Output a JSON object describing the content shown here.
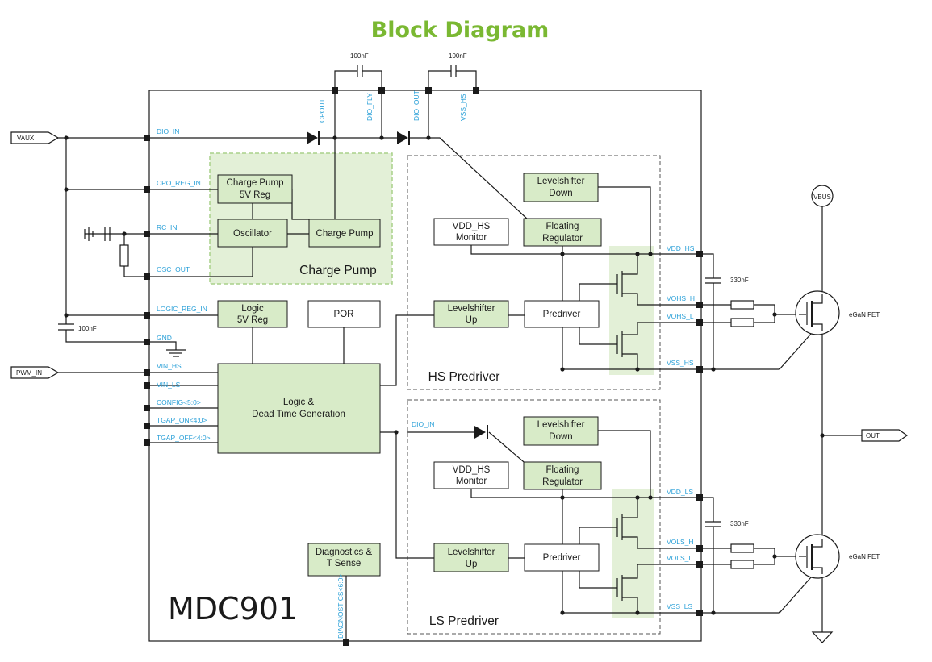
{
  "title": "Block Diagram",
  "chip_name": "MDC901",
  "colors": {
    "title": "#7ab832",
    "pin_label": "#2aa0d8",
    "block_fill": "#d8ebc8",
    "group_fill": "#e3f0d7",
    "group_border": "#a9d18a"
  },
  "external": {
    "vaux": "VAUX",
    "pwm_in": "PWM_IN",
    "vbus": "VBUS",
    "out": "OUT",
    "fet_hs": "eGaN FET",
    "fet_ls": "eGaN FET"
  },
  "caps": {
    "cp1": "100nF",
    "cp2": "100nF",
    "vaux": "100nF",
    "hs": "330nF",
    "ls": "330nF"
  },
  "pins": {
    "dio_in": "DIO_IN",
    "cpo_reg_in": "CPO_REG_IN",
    "rc_in": "RC_IN",
    "osc_out": "OSC_OUT",
    "logic_reg_in": "LOGIC_REG_IN",
    "gnd": "GND",
    "vin_hs": "VIN_HS",
    "vin_ls": "VIN_LS",
    "config": "CONFIG<5:0>",
    "tgap_on": "TGAP_ON<4:0>",
    "tgap_off": "TGAP_OFF<4:0>",
    "cpout": "CPOUT",
    "dio_fly": "DIO_FLY",
    "dio_out": "DIO_OUT",
    "vss_hs_top": "VSS_HS",
    "vdd_hs": "VDD_HS",
    "vohs_h": "VOHS_H",
    "vohs_l": "VOHS_L",
    "vss_hs": "VSS_HS",
    "vdd_ls": "VDD_LS",
    "vols_h": "VOLS_H",
    "vols_l": "VOLS_L",
    "vss_ls": "VSS_LS",
    "diagnostics": "DIAGNOSTICS<6:0>",
    "dio_in_ls": "DIO_IN"
  },
  "blocks": {
    "cp_reg": [
      "Charge Pump",
      "5V Reg"
    ],
    "oscillator": "Oscillator",
    "charge_pump": "Charge Pump",
    "charge_pump_group": "Charge Pump",
    "logic_reg": [
      "Logic",
      "5V Reg"
    ],
    "por": "POR",
    "logic_dt": [
      "Logic &",
      "Dead Time Generation"
    ],
    "diag": [
      "Diagnostics &",
      "T Sense"
    ],
    "hs_ls_up": [
      "Levelshifter",
      "Up"
    ],
    "hs_predriver": "Predriver",
    "hs_ls_down": [
      "Levelshifter",
      "Down"
    ],
    "hs_float": [
      "Floating",
      "Regulator"
    ],
    "hs_vdd_mon": [
      "VDD_HS",
      "Monitor"
    ],
    "hs_group": "HS Predriver",
    "ls_ls_up": [
      "Levelshifter",
      "Up"
    ],
    "ls_predriver": "Predriver",
    "ls_ls_down": [
      "Levelshifter",
      "Down"
    ],
    "ls_float": [
      "Floating",
      "Regulator"
    ],
    "ls_vdd_mon": [
      "VDD_HS",
      "Monitor"
    ],
    "ls_group": "LS Predriver"
  }
}
